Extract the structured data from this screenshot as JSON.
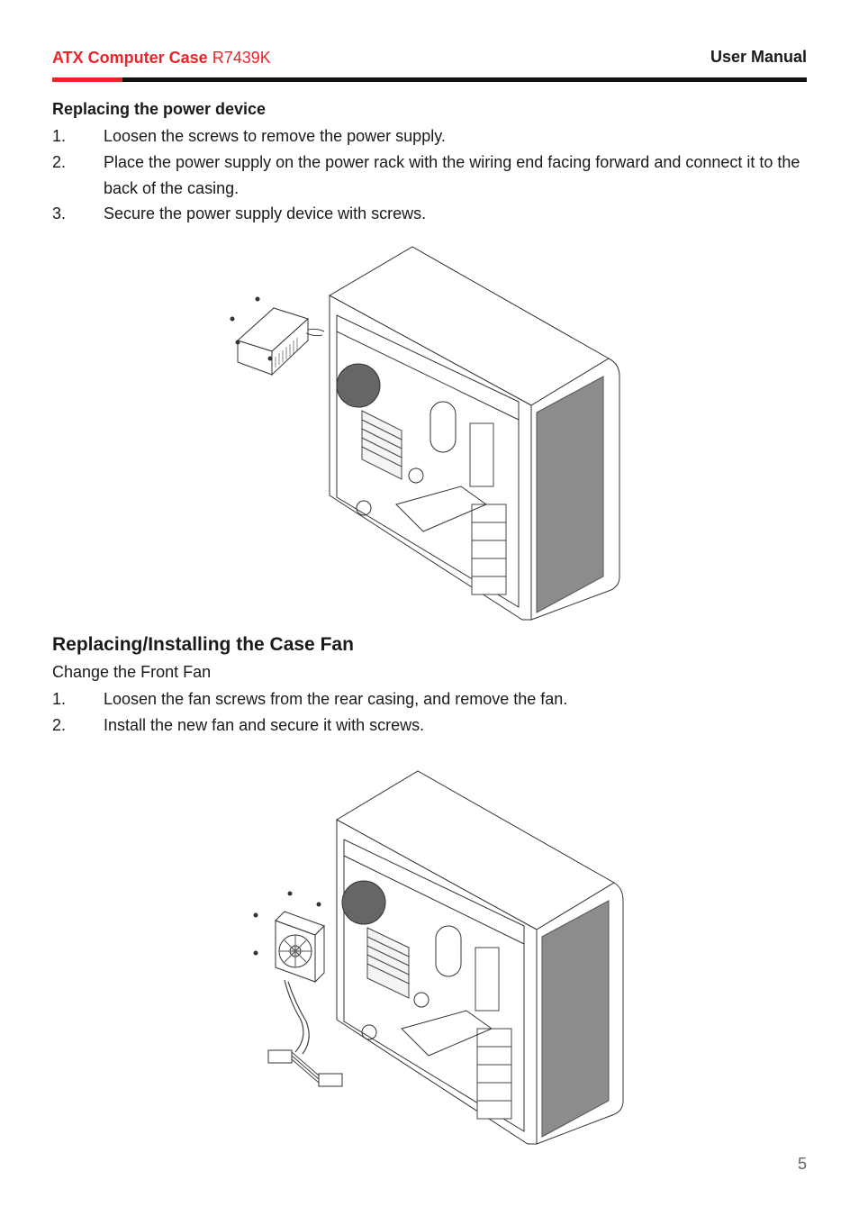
{
  "header": {
    "brand": "ATX Computer Case",
    "model": "R7439K",
    "right": "User Manual"
  },
  "section1": {
    "title": "Replacing the power device",
    "steps": [
      {
        "num": "1.",
        "text": "Loosen the screws to remove the power supply."
      },
      {
        "num": "2.",
        "text": "Place the power supply on the power rack with the wiring end facing forward and connect it to the back of the casing."
      },
      {
        "num": "3.",
        "text": "Secure the power supply device with screws."
      }
    ]
  },
  "section2": {
    "title": "Replacing/Installing the Case Fan",
    "intro": "Change the Front Fan",
    "steps": [
      {
        "num": "1.",
        "text": "Loosen the fan screws from the rear casing, and remove the fan."
      },
      {
        "num": "2.",
        "text": "Install the new fan and secure it with screws."
      }
    ]
  },
  "page_number": "5",
  "colors": {
    "accent": "#e8262a",
    "rule": "#111111"
  }
}
